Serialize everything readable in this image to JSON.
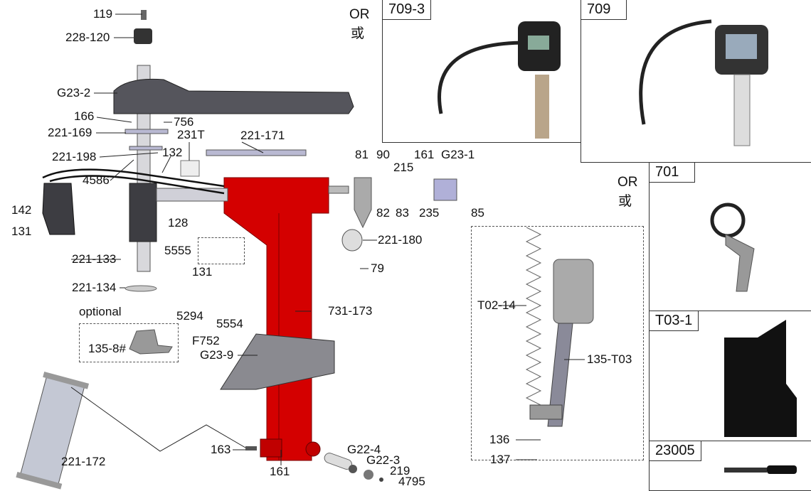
{
  "title": "Tire changer parts exploded diagram",
  "labels": [
    "119",
    "228-120",
    "G23-2",
    "166",
    "756",
    "221-169",
    "231T",
    "221-171",
    "221-198",
    "132",
    "4586",
    "81",
    "90",
    "161",
    "G23-1",
    "215",
    "82",
    "83",
    "235",
    "85",
    "142",
    "131",
    "128",
    "221-180",
    "5555",
    "221-133",
    "79",
    "131",
    "221-134",
    "731-173",
    "5294",
    "5554",
    "F752",
    "G23-9",
    "221-172",
    "163",
    "161",
    "G22-4",
    "G22-3",
    "219",
    "4795"
  ],
  "optional": {
    "heading": "optional",
    "part": "135-8#"
  },
  "or_notes": [
    {
      "or": "OR",
      "cn": "或"
    },
    {
      "or": "OR",
      "cn": "或"
    }
  ],
  "gauges": [
    {
      "code": "709-3"
    },
    {
      "code": "709"
    },
    {
      "code": "701"
    },
    {
      "code": "T03-1"
    },
    {
      "code": "23005"
    }
  ],
  "assist_arm": {
    "labels": [
      "T02-14",
      "135-T03",
      "136",
      "137"
    ]
  },
  "colors": {
    "frame_red": "#d40000",
    "part_gray": "#b9b9c2",
    "dark": "#3a3a3e"
  }
}
